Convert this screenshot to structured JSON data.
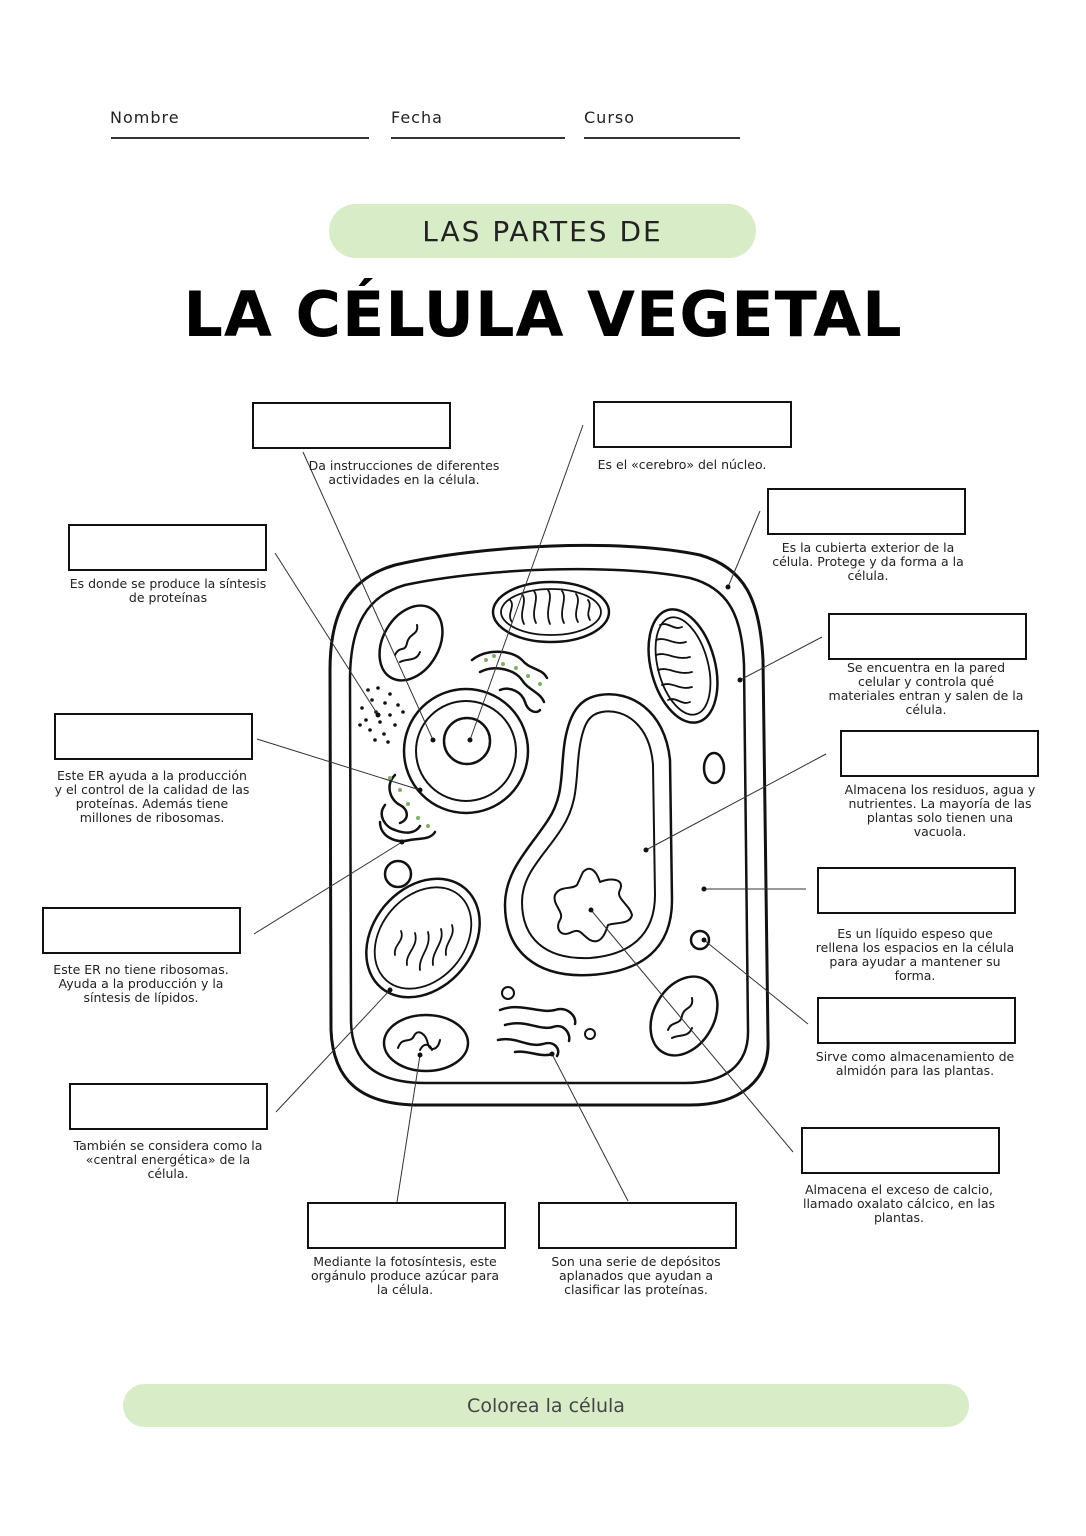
{
  "header": {
    "name_label": "Nombre",
    "date_label": "Fecha",
    "course_label": "Curso"
  },
  "title": {
    "subtitle": "LAS PARTES DE",
    "main": "LA CÉLULA VEGETAL"
  },
  "descriptions": {
    "nucleus": "Da instrucciones de diferentes actividades en la célula.",
    "nucleolus": "Es el «cerebro» del núcleo.",
    "cell_wall": "Es la cubierta exterior de la célula. Protege y da forma a la célula.",
    "ribosomes": "Es donde se produce la síntesis de proteínas",
    "cell_membrane": "Se encuentra en la pared celular y controla qué materiales entran y salen de la célula.",
    "vacuole": "Almacena los residuos, agua y nutrientes. La mayoría de las plantas solo tienen una vacuola.",
    "rough_er": "Este ER ayuda a la producción y el control de la calidad de las proteínas. Además tiene millones de ribosomas.",
    "cytoplasm": "Es un líquido espeso que rellena los espacios en la célula para ayudar a mantener su forma.",
    "smooth_er": "Este ER no tiene ribosomas. Ayuda a la producción y la síntesis de lípidos.",
    "amyloplast": "Sirve como almacenamiento de almidón para las plantas.",
    "mitochondria": "También se considera como la «central energética» de la célula.",
    "calcium_oxalate": "Almacena el exceso de calcio, llamado oxalato cálcico, en las plantas.",
    "chloroplast": "Mediante la fotosíntesis, este orgánulo produce azúcar para la célula.",
    "golgi": "Son una serie de depósitos aplanados que ayudan a clasificar las proteínas."
  },
  "footer": {
    "instruction": "Colorea la célula"
  },
  "colors": {
    "pill_green": "#d8ecc7",
    "ribosome_dot_green": "#7fb069"
  }
}
